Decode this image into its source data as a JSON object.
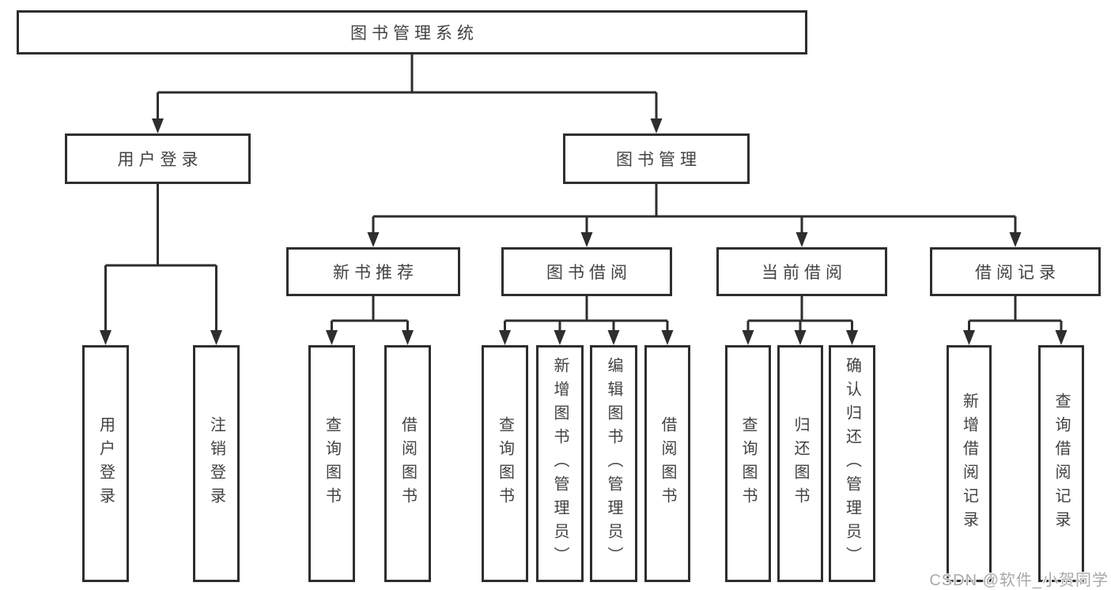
{
  "tree": {
    "label": "图书管理系统",
    "children": [
      {
        "label": "用户登录",
        "children": [
          {
            "label": "用户登录"
          },
          {
            "label": "注销登录"
          }
        ]
      },
      {
        "label": "图书管理",
        "children": [
          {
            "label": "新书推荐",
            "children": [
              {
                "label": "查询图书"
              },
              {
                "label": "借阅图书"
              }
            ]
          },
          {
            "label": "图书借阅",
            "children": [
              {
                "label": "查询图书"
              },
              {
                "label": "新增图书（管理员）"
              },
              {
                "label": "编辑图书（管理员）"
              },
              {
                "label": "借阅图书"
              }
            ]
          },
          {
            "label": "当前借阅",
            "children": [
              {
                "label": "查询图书"
              },
              {
                "label": "归还图书"
              },
              {
                "label": "确认归还（管理员）"
              }
            ]
          },
          {
            "label": "借阅记录",
            "children": [
              {
                "label": "新增借阅记录"
              },
              {
                "label": "查询借阅记录"
              }
            ]
          }
        ]
      }
    ]
  },
  "watermark": "CSDN @软件_小贺同学",
  "colors": {
    "line": "#2e2e2e",
    "text": "#424242",
    "background": "#ffffff",
    "watermark": "#a9a9a9"
  }
}
